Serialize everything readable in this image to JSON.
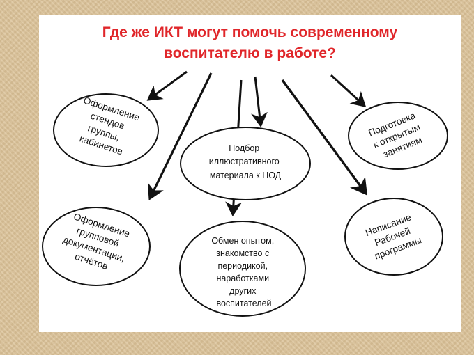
{
  "title": {
    "line1": "Где же ИКТ могут помочь современному",
    "line2": "воспитателю в работе?"
  },
  "nodes": {
    "stands": [
      "Оформление",
      "стендов",
      "группы,",
      "кабинетов"
    ],
    "open_lessons": [
      "Подготовка",
      "к открытым",
      "занятиям"
    ],
    "illustrative": [
      "Подбор",
      "иллюстративного",
      "материала к НОД"
    ],
    "documentation": [
      "Оформление",
      "групповой",
      "документации,",
      "отчётов"
    ],
    "experience": [
      "Обмен опытом,",
      "знакомство с",
      "периодикой,",
      "наработками",
      "других",
      "воспитателей"
    ],
    "work_program": [
      "Написание",
      "Рабочей",
      "программы"
    ]
  },
  "colors": {
    "title": "#e0262a",
    "ink": "#111111",
    "background": "#dcc39a",
    "slide": "#ffffff"
  }
}
